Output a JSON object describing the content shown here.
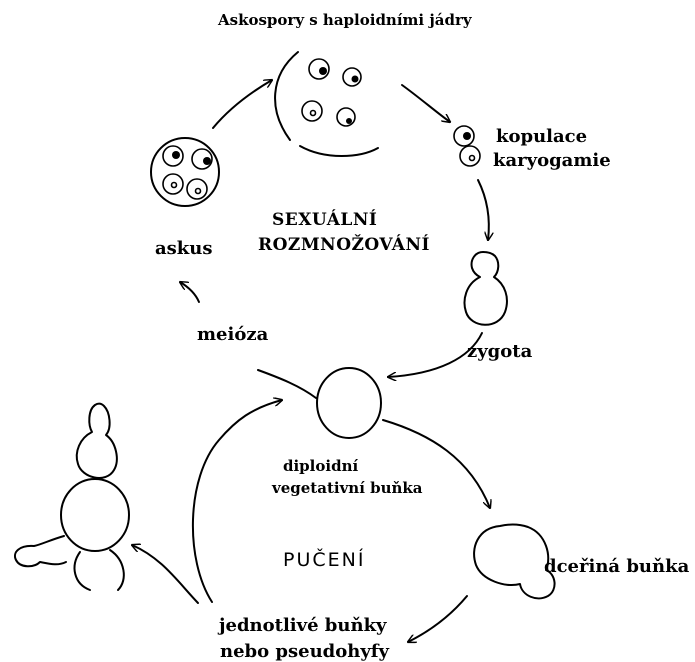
{
  "title": "Askospory s haploidními jádry",
  "labels": {
    "kopulace": "kopulace",
    "karyogamie": "karyogamie",
    "sexualni": "SEXUÁLNÍ",
    "rozmnozovani": "ROZMNOŽOVÁNÍ",
    "askus": "askus",
    "meioza": "meióza",
    "zygota": "zygota",
    "diploidni": "diploidní",
    "vegetativni_bunka": "vegetativní buňka",
    "puceni": "PUČENÍ",
    "dcerina_bunka": "dceřiná buňka",
    "jednotlive_bunky": "jednotlivé buňky",
    "pseudohyfy": "nebo pseudohyfy"
  }
}
